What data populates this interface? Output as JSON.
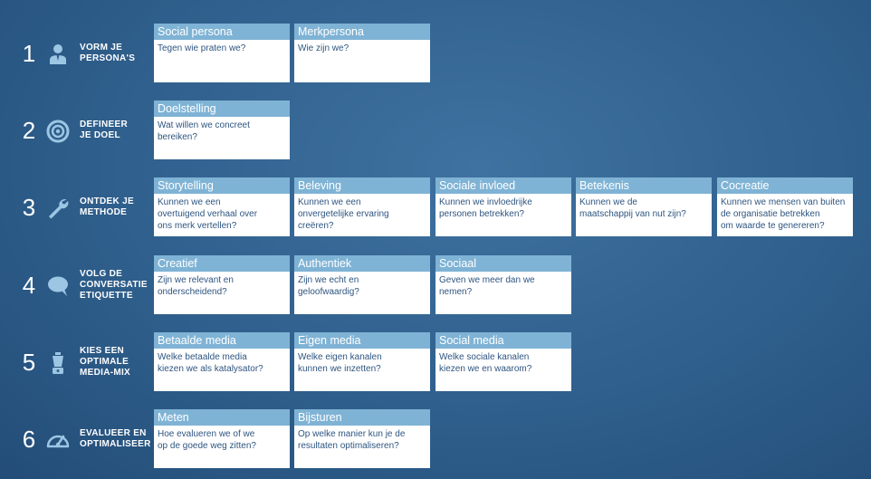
{
  "steps": [
    {
      "number": "1",
      "icon": "person-icon",
      "title_lines": [
        "VORM JE",
        "PERSONA'S"
      ],
      "cards": [
        {
          "header": "Social persona",
          "lines": [
            "Tegen wie praten we?"
          ]
        },
        {
          "header": "Merkpersona",
          "lines": [
            "Wie zijn we?"
          ]
        }
      ]
    },
    {
      "number": "2",
      "icon": "target-icon",
      "title_lines": [
        "DEFINEER",
        "JE DOEL"
      ],
      "cards": [
        {
          "header": "Doelstelling",
          "lines": [
            "Wat willen we concreet",
            "bereiken?"
          ]
        }
      ]
    },
    {
      "number": "3",
      "icon": "wrench-icon",
      "title_lines": [
        "ONTDEK JE",
        "METHODE"
      ],
      "cards": [
        {
          "header": "Storytelling",
          "lines": [
            "Kunnen we een",
            "overtuigend verhaal over",
            "ons merk vertellen?"
          ]
        },
        {
          "header": "Beleving",
          "lines": [
            "Kunnen we een",
            "onvergetelijke ervaring",
            "creëren?"
          ]
        },
        {
          "header": "Sociale invloed",
          "lines": [
            "Kunnen we invloedrijke",
            "personen betrekken?"
          ]
        },
        {
          "header": "Betekenis",
          "lines": [
            "Kunnen we de",
            "maatschappij van nut zijn?"
          ]
        },
        {
          "header": "Cocreatie",
          "lines": [
            "Kunnen we mensen van buiten",
            "de organisatie betrekken",
            "om waarde te genereren?"
          ]
        }
      ]
    },
    {
      "number": "4",
      "icon": "speech-bubble-icon",
      "title_lines": [
        "VOLG DE",
        "CONVERSATIE",
        "ETIQUETTE"
      ],
      "cards": [
        {
          "header": "Creatief",
          "lines": [
            "Zijn we relevant en",
            "onderscheidend?"
          ]
        },
        {
          "header": "Authentiek",
          "lines": [
            "Zijn we echt en",
            "geloofwaardig?"
          ]
        },
        {
          "header": "Sociaal",
          "lines": [
            "Geven we meer dan we",
            "nemen?"
          ]
        }
      ]
    },
    {
      "number": "5",
      "icon": "blender-icon",
      "title_lines": [
        "KIES EEN",
        "OPTIMALE",
        "MEDIA-MIX"
      ],
      "cards": [
        {
          "header": "Betaalde media",
          "lines": [
            "Welke betaalde media",
            "kiezen we als katalysator?"
          ]
        },
        {
          "header": "Eigen media",
          "lines": [
            "Welke eigen kanalen",
            "kunnen we inzetten?"
          ]
        },
        {
          "header": "Social media",
          "lines": [
            "Welke sociale kanalen",
            "kiezen we en waarom?"
          ]
        }
      ]
    },
    {
      "number": "6",
      "icon": "gauge-icon",
      "title_lines": [
        "EVALUEER EN",
        "OPTIMALISEER"
      ],
      "cards": [
        {
          "header": "Meten",
          "lines": [
            "Hoe evalueren we of we",
            "op de goede weg zitten?"
          ]
        },
        {
          "header": "Bijsturen",
          "lines": [
            "Op welke manier kun je de",
            "resultaten optimaliseren?"
          ]
        }
      ]
    }
  ]
}
